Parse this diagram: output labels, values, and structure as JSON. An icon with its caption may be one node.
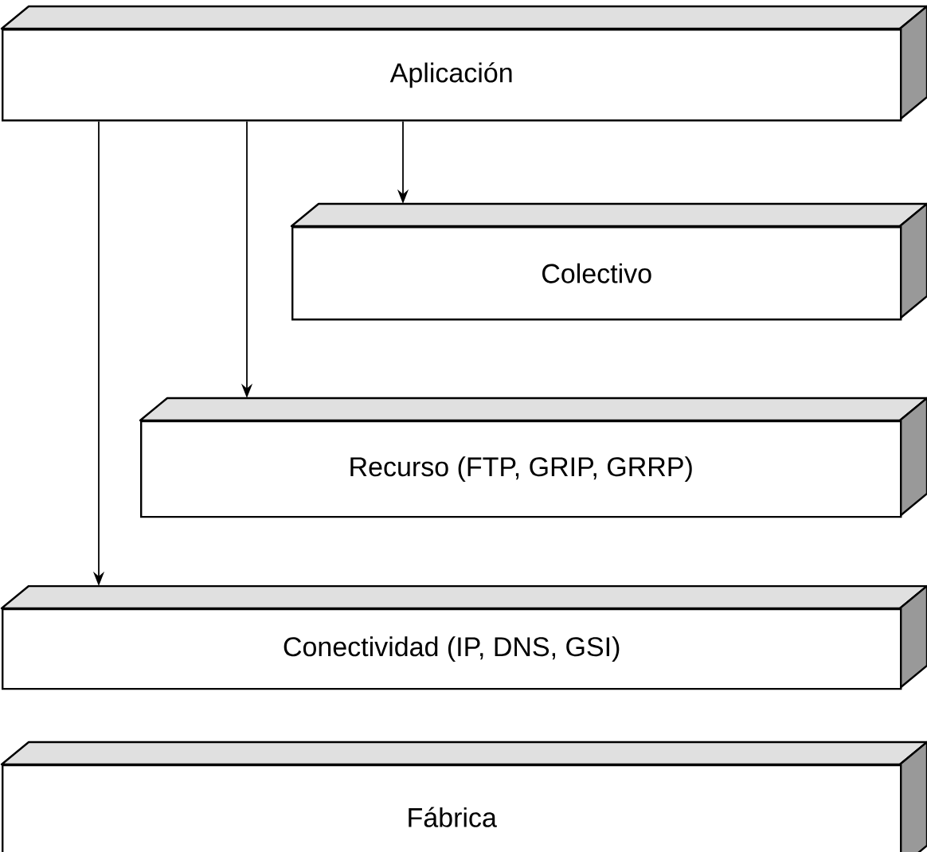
{
  "diagram": {
    "nodes": [
      {
        "text": [
          "Aplicación"
        ]
      },
      {
        "text": [
          "Colectivo"
        ]
      },
      {
        "text": [
          "Recurso (FTP, GRIP, GRRP)"
        ]
      },
      {
        "text": [
          "Conectividad (IP, DNS, GSI)"
        ]
      },
      {
        "text": [
          "Fábrica"
        ]
      }
    ],
    "edges": [
      {
        "from": 0,
        "to": 1,
        "arrow": "to"
      },
      {
        "from": 0,
        "to": 2,
        "arrow": "to"
      },
      {
        "from": 0,
        "to": 3,
        "arrow": "to"
      }
    ]
  }
}
